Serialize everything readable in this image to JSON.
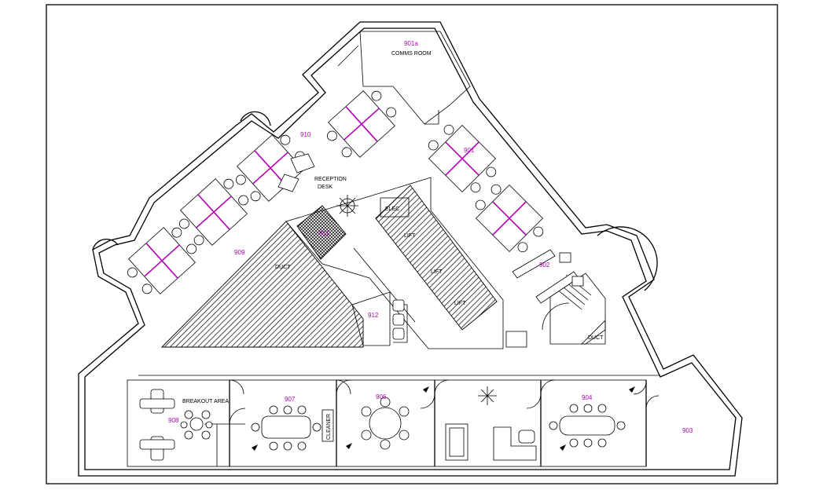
{
  "rooms": {
    "r901a": "901a",
    "comms": "COMMS ROOM",
    "r910": "910",
    "r901": "901",
    "reception": "RECEPTION",
    "desk": "DESK",
    "r909": "909",
    "r911": "911",
    "elec": "ELEC",
    "lift1": "LIFT",
    "lift2": "LIFT",
    "lift3": "LIFT",
    "duct1": "DUCT",
    "r912": "912",
    "r902": "902",
    "duct2": "DUCT",
    "breakout": "BREAKOUT AREA",
    "r908": "908",
    "r907": "907",
    "cleaner": "CLEANER",
    "r906": "906",
    "r904": "904",
    "r903": "903"
  },
  "hatch_color": "#000000",
  "label_color": "#b400b4"
}
